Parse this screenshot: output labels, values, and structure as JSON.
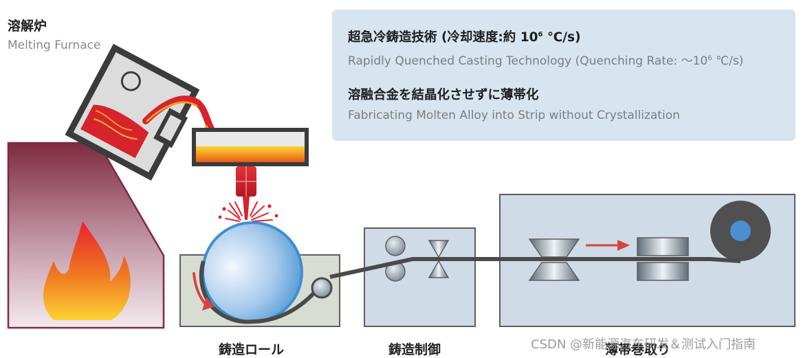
{
  "labels": {
    "furnace_jp": "溶解炉",
    "furnace_en": "Melting Furnace",
    "casting_roll_jp": "鋳造ロール",
    "casting_control_jp": "鋳造制御",
    "strip_winding_jp": "薄帯巻取り"
  },
  "info": {
    "title1_pre": "超急冷鋳造技術 (冷却速度:約 10",
    "title1_exp": "6",
    "title1_post": " ℃/s)",
    "sub1_pre": "Rapidly Quenched Casting Technology (Quenching Rate: ～10",
    "sub1_exp": "6",
    "sub1_post": " ℃/s)",
    "title2": "溶融合金を結晶化させずに薄帯化",
    "sub2": "Fabricating Molten Alloy into Strip without Crystallization"
  },
  "watermark": "CSDN @新能源汽车研发＆测试入门指南",
  "colors": {
    "info_bg": "#d6e5ef",
    "furnace_maroon": "#7e2a40",
    "molten_red": "#d7232c",
    "molten_orange": "#f39a1e",
    "equipment_bg": "#cfdbe6",
    "roll_blue": "#3f8fd0",
    "strip_gray": "#4a4a4a"
  }
}
